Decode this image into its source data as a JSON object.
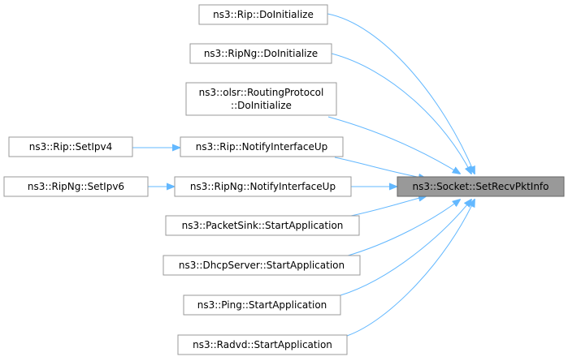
{
  "graph": {
    "focus_node": {
      "label": "ns3::Socket::SetRecvPktInfo"
    },
    "callers": [
      {
        "label": "ns3::Rip::DoInitialize"
      },
      {
        "label": "ns3::RipNg::DoInitialize"
      },
      {
        "label_line1": "ns3::olsr::RoutingProtocol",
        "label_line2": "::DoInitialize"
      },
      {
        "label": "ns3::Rip::NotifyInterfaceUp"
      },
      {
        "label": "ns3::RipNg::NotifyInterfaceUp"
      },
      {
        "label": "ns3::PacketSink::StartApplication"
      },
      {
        "label": "ns3::DhcpServer::StartApplication"
      },
      {
        "label": "ns3::Ping::StartApplication"
      },
      {
        "label": "ns3::Radvd::StartApplication"
      }
    ],
    "second_level_callers": [
      {
        "label": "ns3::Rip::SetIpv4"
      },
      {
        "label": "ns3::RipNg::SetIpv6"
      }
    ],
    "colors": {
      "edge": "#63b8ff",
      "node_border": "#999999",
      "focus_fill": "#999999"
    }
  }
}
